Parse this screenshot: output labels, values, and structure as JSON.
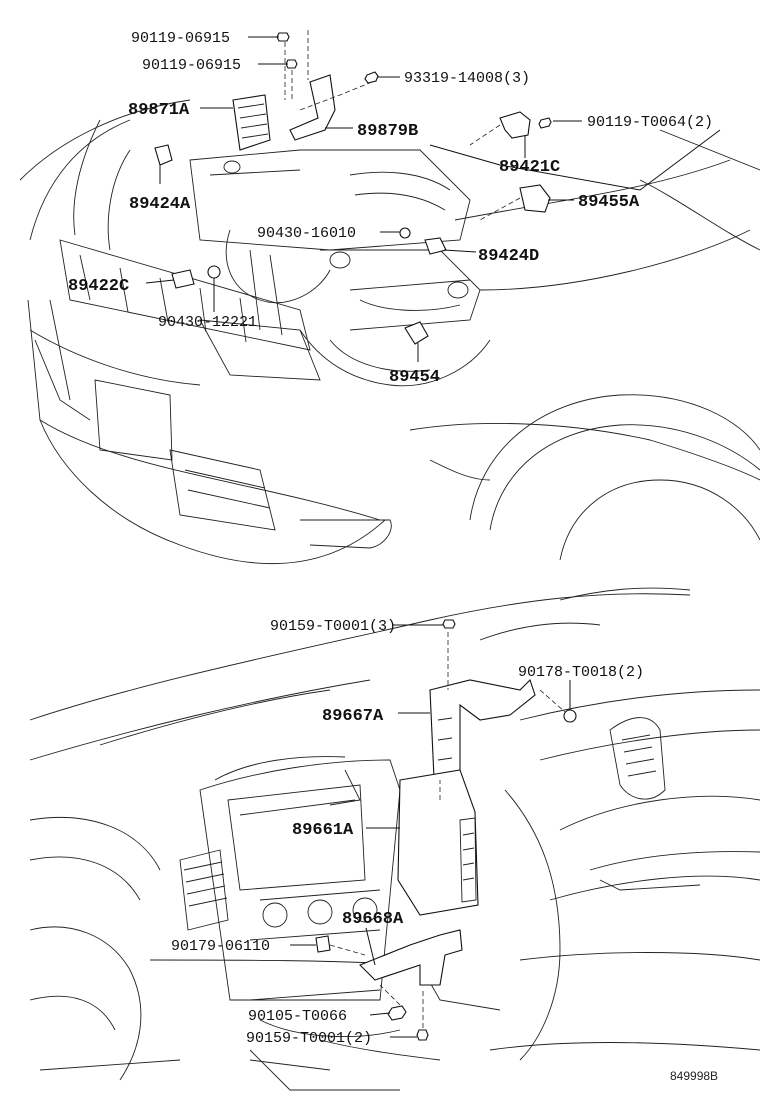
{
  "diagram": {
    "top_section": {
      "labels": [
        {
          "id": "l1",
          "text": "90119-06915"
        },
        {
          "id": "l2",
          "text": "90119-06915"
        },
        {
          "id": "l3",
          "text": "93319-14008(3)"
        },
        {
          "id": "l4",
          "text": "89871A"
        },
        {
          "id": "l5",
          "text": "89879B"
        },
        {
          "id": "l6",
          "text": "90119-T0064(2)"
        },
        {
          "id": "l7",
          "text": "89421C"
        },
        {
          "id": "l8",
          "text": "89455A"
        },
        {
          "id": "l9",
          "text": "89424A"
        },
        {
          "id": "l10",
          "text": "90430-16010"
        },
        {
          "id": "l11",
          "text": "89424D"
        },
        {
          "id": "l12",
          "text": "89422C"
        },
        {
          "id": "l13",
          "text": "90430-12221"
        },
        {
          "id": "l14",
          "text": "89454"
        }
      ]
    },
    "bottom_section": {
      "labels": [
        {
          "id": "b1",
          "text": "90159-T0001(3)"
        },
        {
          "id": "b2",
          "text": "90178-T0018(2)"
        },
        {
          "id": "b3",
          "text": "89667A"
        },
        {
          "id": "b4",
          "text": "89661A"
        },
        {
          "id": "b5",
          "text": "89668A"
        },
        {
          "id": "b6",
          "text": "90179-06110"
        },
        {
          "id": "b7",
          "text": "90105-T0066"
        },
        {
          "id": "b8",
          "text": "90159-T0001(2)"
        }
      ]
    },
    "figure_code": "849998B"
  }
}
